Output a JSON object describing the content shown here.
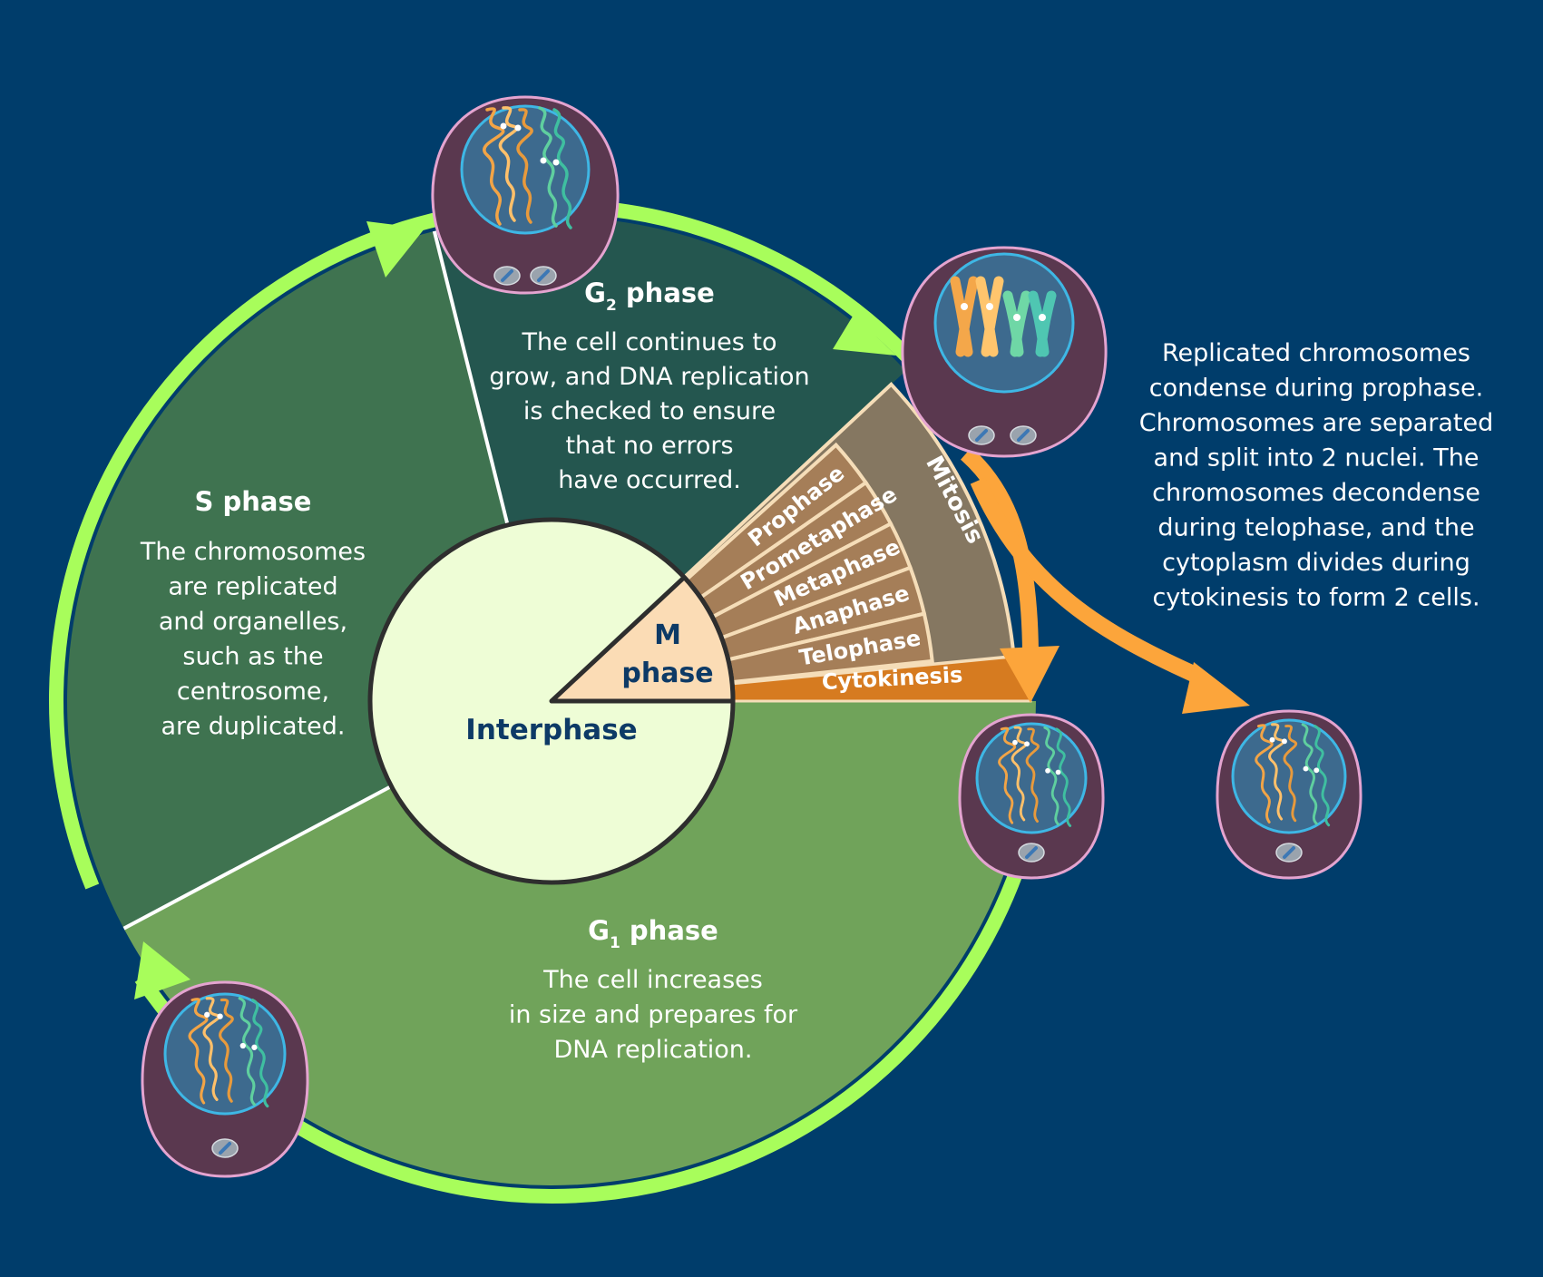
{
  "colors": {
    "background": "#003d6b",
    "s_phase": "#3f7350",
    "g2_phase": "#24564f",
    "g1_phase": "#70a35a",
    "interphase": "#eefdd6",
    "m_phase": "#fbdcb5",
    "mitosis": "#857761",
    "mitosis_stage": "#a57e58",
    "cytokinesis": "#d67b20",
    "cycle_arrow": "#a8fd5b",
    "mitosis_arrow": "#fca53b",
    "cell": "#5a384f",
    "cell_outline": "#e4a4d0",
    "nucleus": "#3d6a8e",
    "nucleus_outline": "#3eb7e5"
  },
  "icons": {
    "cell": "cell-icon",
    "centrosome": "centrosome-icon",
    "chromosome": "chromosome-icon"
  },
  "phases": {
    "interphase": "Interphase",
    "m_phase_line1": "M",
    "m_phase_line2": "phase",
    "mitosis": "Mitosis",
    "cytokinesis": "Cytokinesis",
    "mitosis_stages": [
      "Prophase",
      "Prometaphase",
      "Metaphase",
      "Anaphase",
      "Telophase"
    ]
  },
  "s_phase": {
    "title": "S phase",
    "lines": [
      "The chromosomes",
      "are replicated",
      "and organelles,",
      "such as the",
      "centrosome,",
      "are duplicated."
    ]
  },
  "g2_phase": {
    "title_letter": "G",
    "title_sub": "2",
    "title_rest": " phase",
    "lines": [
      "The cell continues to",
      "grow, and DNA replication",
      "is checked to ensure",
      "that no errors",
      "have occurred."
    ]
  },
  "g1_phase": {
    "title_letter": "G",
    "title_sub": "1",
    "title_rest": " phase",
    "lines": [
      "The cell increases",
      "in size and prepares for",
      "DNA replication."
    ]
  },
  "mitosis_note": {
    "lines": [
      "Replicated chromosomes",
      "condense during prophase.",
      "Chromosomes are separated",
      "and split into 2 nuclei. The",
      "chromosomes decondense",
      "during telophase, and the",
      "cytoplasm divides during",
      "cytokinesis to form 2 cells."
    ]
  }
}
